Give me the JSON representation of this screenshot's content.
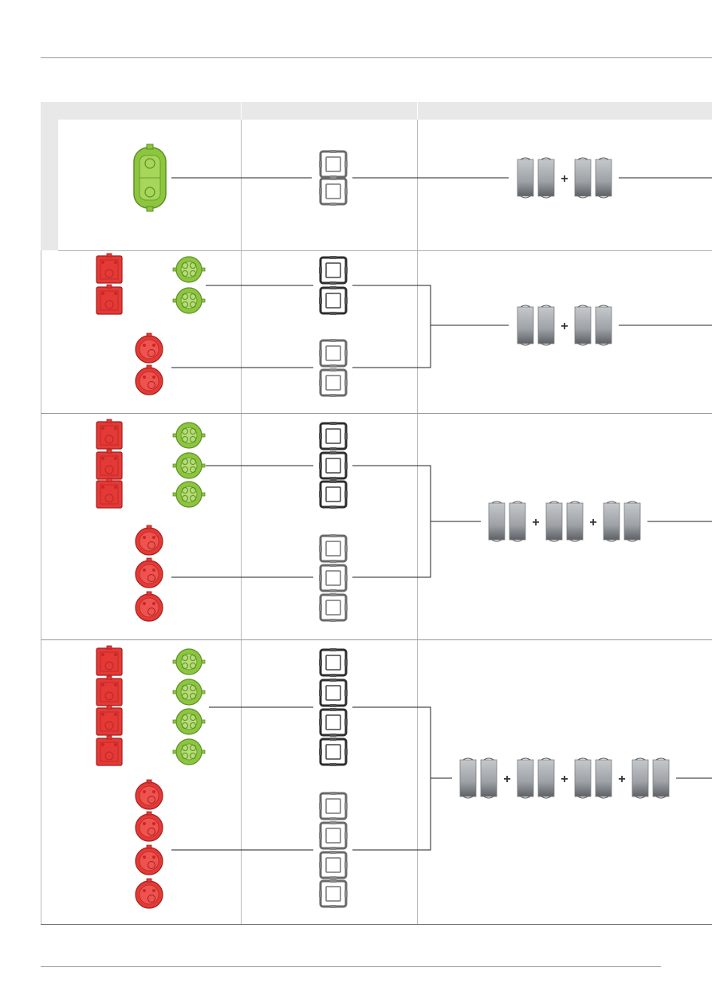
{
  "table": {
    "columns": [
      "",
      "",
      ""
    ],
    "rows": [
      {
        "id": "row-1",
        "plus_signs": [
          "+"
        ]
      },
      {
        "id": "row-2",
        "plus_signs": [
          "+"
        ]
      },
      {
        "id": "row-3",
        "plus_signs": [
          "+",
          "+"
        ]
      },
      {
        "id": "row-4",
        "plus_signs": [
          "+",
          "+",
          "+"
        ]
      }
    ]
  },
  "colors": {
    "header_band": "#e8e8e8",
    "green_box": "#8cc63f",
    "red_box": "#e53935",
    "frame": "#3a3a3a",
    "module": "#9ea2a6"
  }
}
